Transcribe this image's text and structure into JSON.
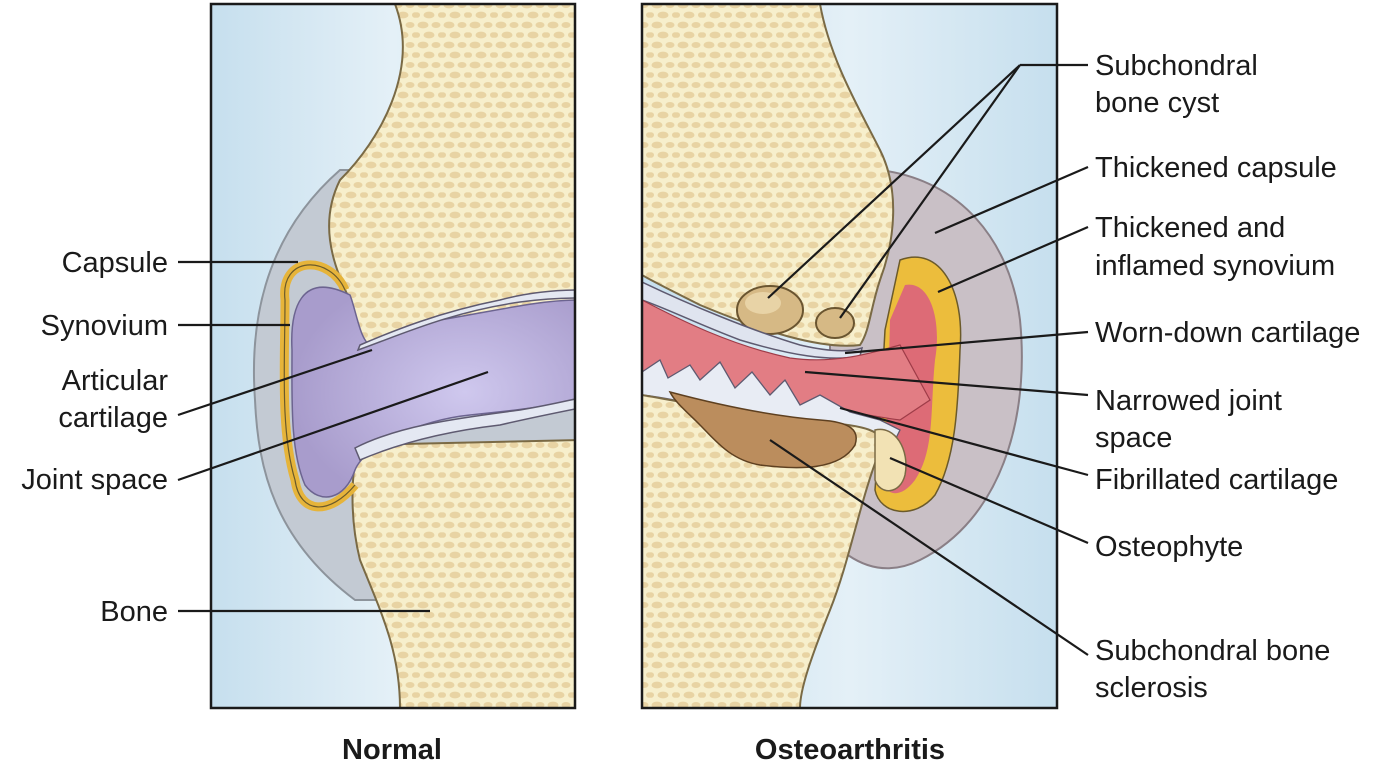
{
  "panels": {
    "normal": {
      "caption": "Normal"
    },
    "osteoarthritis": {
      "caption": "Osteoarthritis"
    }
  },
  "labels": {
    "normal": {
      "capsule": "Capsule",
      "synovium": "Synovium",
      "articular_cartilage": [
        "Articular",
        "cartilage"
      ],
      "joint_space": "Joint space",
      "bone": "Bone"
    },
    "osteoarthritis": {
      "subchondral_bone_cyst": [
        "Subchondral",
        "bone cyst"
      ],
      "thickened_capsule": "Thickened capsule",
      "thickened_inflamed_synovium": [
        "Thickened and",
        "inflamed synovium"
      ],
      "worn_down_cartilage": "Worn-down cartilage",
      "narrowed_joint_space": [
        "Narrowed joint",
        "space"
      ],
      "fibrillated_cartilage": "Fibrillated cartilage",
      "osteophyte": "Osteophyte",
      "subchondral_bone_sclerosis": [
        "Subchondral bone",
        "sclerosis"
      ]
    }
  },
  "colors": {
    "background_tint": "#d3e6f1",
    "bone": "#f5ecc4",
    "bone_pore": "#e7d2a1",
    "capsule": "#bfc6cf",
    "synovium": "#e9b73d",
    "joint_fluid": "#b8aedb",
    "cartilage": "#dfe4ef",
    "inflamed": "#de6f78",
    "cyst": "#cdb177",
    "sclerosis": "#b88a5a"
  }
}
